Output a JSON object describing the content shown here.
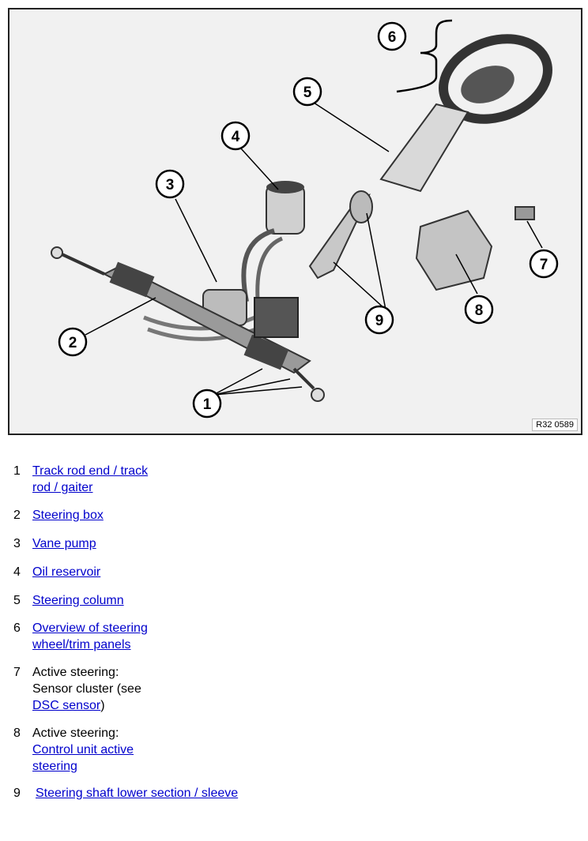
{
  "figure": {
    "code": "R32 0589",
    "callouts": [
      "1",
      "2",
      "3",
      "4",
      "5",
      "6",
      "7",
      "8",
      "9"
    ]
  },
  "legend": [
    {
      "num": "1",
      "lines": [
        {
          "link": "Track rod end / track"
        },
        {
          "link": "rod / gaiter"
        }
      ]
    },
    {
      "num": "2",
      "lines": [
        {
          "link": "Steering box"
        }
      ]
    },
    {
      "num": "3",
      "lines": [
        {
          "link": "Vane pump"
        }
      ]
    },
    {
      "num": "4",
      "lines": [
        {
          "link": "Oil reservoir"
        }
      ]
    },
    {
      "num": "5",
      "lines": [
        {
          "link": "Steering column"
        }
      ]
    },
    {
      "num": "6",
      "lines": [
        {
          "link": "Overview of steering"
        },
        {
          "link": "wheel/trim panels"
        }
      ]
    },
    {
      "num": "7",
      "lines": [
        {
          "text": "Active steering:"
        },
        {
          "text": "Sensor cluster (see"
        },
        {
          "link": "DSC sensor",
          "after": ")"
        }
      ]
    },
    {
      "num": "8",
      "lines": [
        {
          "text": "Active steering:"
        },
        {
          "link": "Control unit active"
        },
        {
          "link": "steering"
        }
      ]
    },
    {
      "num": "9",
      "lines": [
        {
          "link": "Steering shaft lower section / sleeve"
        }
      ]
    }
  ]
}
